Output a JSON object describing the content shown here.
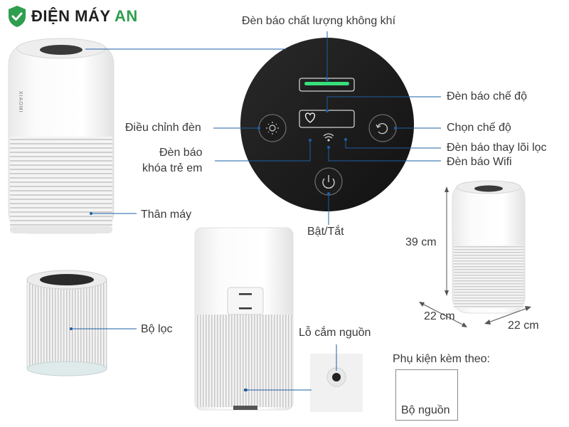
{
  "brand": {
    "name_main": "ĐIỆN MÁY",
    "name_accent": "AN",
    "accent_color": "#2e9e4f"
  },
  "labels": {
    "air_quality_light": "Đèn báo chất lượng không khí",
    "mode_light": "Đèn báo chế độ",
    "light_adjust": "Điều chỉnh đèn",
    "mode_select": "Chọn chế độ",
    "child_lock_line1": "Đèn báo",
    "child_lock_line2": "khóa trẻ em",
    "filter_replace_light": "Đèn báo thay lõi lọc",
    "wifi_light": "Đèn báo Wifi",
    "body": "Thân máy",
    "power": "Bật/Tắt",
    "filter": "Bộ lọc",
    "power_port": "Lỗ cắm nguồn",
    "accessories": "Phụ kiện kèm theo:",
    "adapter": "Bộ nguồn"
  },
  "dimensions": {
    "height": "39 cm",
    "width": "22 cm",
    "depth": "22 cm"
  },
  "device_brand": "XIAOMI",
  "icons": [
    "shield-check-icon",
    "heart-icon",
    "sun-icon",
    "cycle-icon",
    "wifi-icon",
    "power-icon",
    "lock-icon"
  ]
}
